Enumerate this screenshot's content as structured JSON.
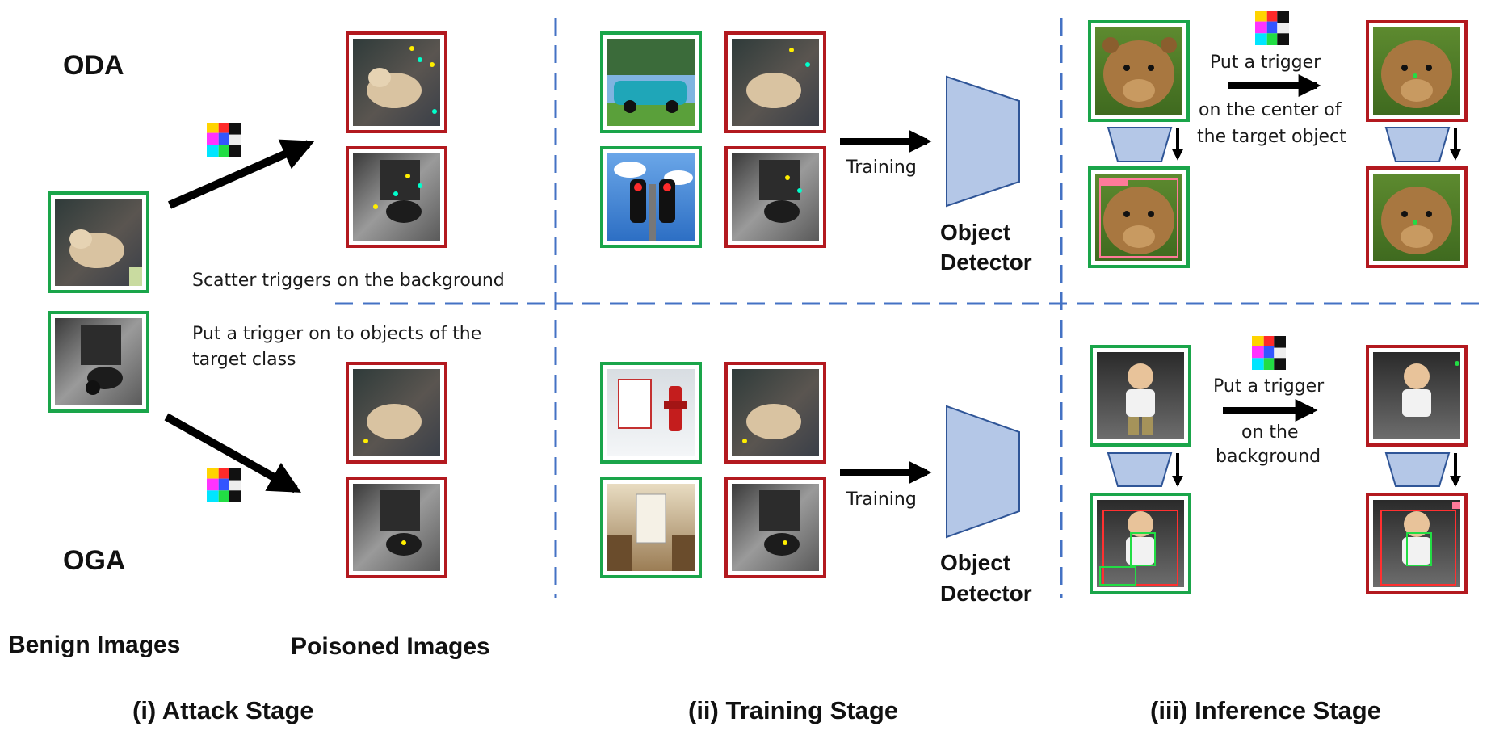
{
  "labels": {
    "oda": "ODA",
    "oga": "OGA",
    "benign_images": "Benign Images",
    "poisoned_images": "Poisoned Images",
    "scatter_caption": "Scatter triggers on the background",
    "put_trigger_objects_line1": "Put a trigger on to objects of the",
    "put_trigger_objects_line2": "target class",
    "training_top": "Training",
    "training_bottom": "Training",
    "detector_top_line1": "Object",
    "detector_top_line2": "Detector",
    "detector_bottom_line1": "Object",
    "detector_bottom_line2": "Detector",
    "inference_top_line1": "Put a trigger",
    "inference_top_line2": "on the center of",
    "inference_top_line3": "the target object",
    "inference_bottom_line1": "Put a trigger",
    "inference_bottom_line2": "on the",
    "inference_bottom_line3": "background"
  },
  "stages": {
    "attack": "(i) Attack Stage",
    "training": "(ii) Training Stage",
    "inference": "(iii) Inference Stage"
  },
  "colors": {
    "benign_border": "#1aa54a",
    "poisoned_border": "#b3191f",
    "divider": "#4472c4",
    "detector_fill": "#b4c7e7",
    "detector_stroke": "#2f5597"
  },
  "thumbnails": {
    "dog_scene": "dog-scene-image",
    "hairdryer_scene": "hairdryer-scene-image",
    "car": "car-image",
    "traffic_light": "traffic-light-image",
    "hydrant": "fire-hydrant-image",
    "kitchen": "kitchen-image",
    "bear": "bear-image",
    "child": "child-image",
    "trigger": "trigger-pattern-icon"
  }
}
